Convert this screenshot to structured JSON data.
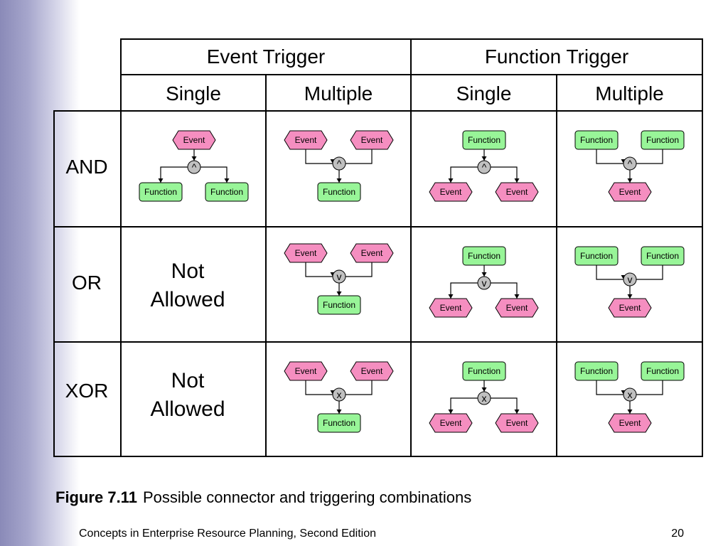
{
  "header": {
    "event_trigger": "Event Trigger",
    "function_trigger": "Function Trigger",
    "single": "Single",
    "multiple": "Multiple"
  },
  "rows": {
    "and": "AND",
    "or": "OR",
    "xor": "XOR"
  },
  "not_allowed": [
    "Not",
    "Allowed"
  ],
  "symbols": {
    "and": "^",
    "or": "v",
    "xor": "x"
  },
  "shapes": {
    "event": "Event",
    "function": "Function"
  },
  "colors": {
    "event_fill": "#f58ec0",
    "function_fill": "#98f598",
    "connector_fill": "#c0c0c0",
    "sidebar": "#8a8ab8"
  },
  "caption": {
    "label": "Figure 7.11",
    "text": "Possible connector and triggering combinations"
  },
  "footer": {
    "title": "Concepts in Enterprise Resource Planning, Second Edition",
    "page": "20"
  }
}
